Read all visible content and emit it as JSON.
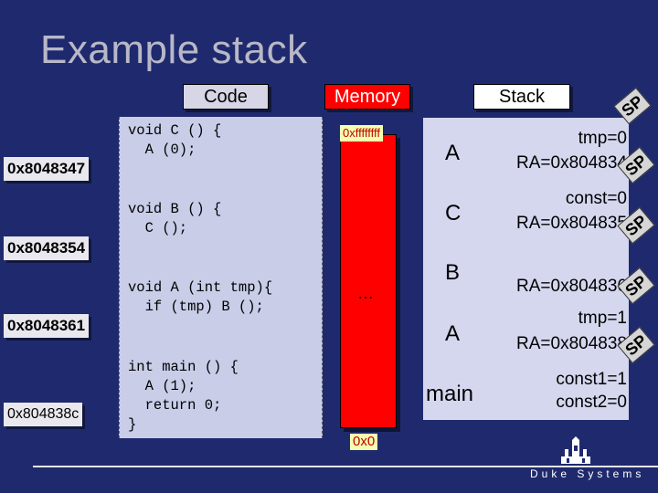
{
  "title": "Example stack",
  "headers": {
    "code": "Code",
    "memory": "Memory",
    "stack": "Stack"
  },
  "code": {
    "func_c": "void C () {\n  A (0);",
    "func_b": "void B () {\n  C ();",
    "func_a": "void A (int tmp){\n  if (tmp) B ();",
    "func_main": "int main () {\n  A (1);\n  return 0;\n}"
  },
  "addresses": [
    "0x8048347",
    "0x8048354",
    "0x8048361",
    "0x804838c"
  ],
  "memory": {
    "top_label": "0xffffffff",
    "middle_label": "…",
    "bottom_label": "0x0"
  },
  "stack_frames": [
    {
      "name": "A",
      "val1": "tmp=0",
      "val2": "RA=0x804834"
    },
    {
      "name": "C",
      "val1": "const=0",
      "val2": "RA=0x804835"
    },
    {
      "name": "B",
      "val1": "",
      "val2": "RA=0x804836"
    },
    {
      "name": "A",
      "val1": "tmp=1",
      "val2": "RA=0x804838"
    },
    {
      "name": "main",
      "val1": "const1=1",
      "val2": "const2=0"
    }
  ],
  "sp_label": "SP",
  "footer": "Duke Systems",
  "colors": {
    "background": "#1f2a6e",
    "memory": "#ff0000",
    "code_bg": "#c9cde8",
    "stack_bg": "#d4d7ee"
  }
}
